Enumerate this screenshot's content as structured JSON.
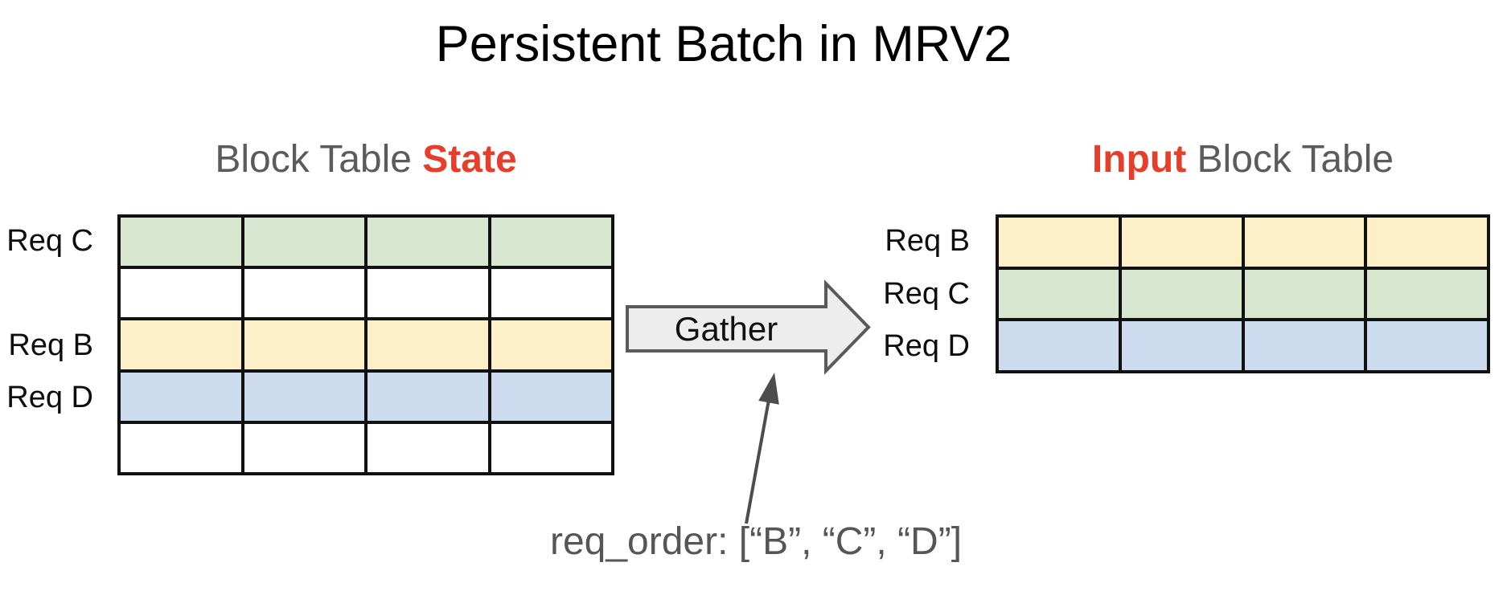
{
  "title": "Persistent Batch in MRV2",
  "colors": {
    "green": "#d9e7d1",
    "yellow": "#fdf0c8",
    "blue": "#ccdcee",
    "white": "#ffffff"
  },
  "accent_red": "#e53e2a",
  "heading_gray": "#5b5b5b",
  "left_table": {
    "heading_prefix": "Block Table ",
    "heading_highlight": "State",
    "columns": 4,
    "rows": [
      {
        "label": "Req C",
        "color_key": "green"
      },
      {
        "label": "",
        "color_key": "white"
      },
      {
        "label": "Req B",
        "color_key": "yellow"
      },
      {
        "label": "Req D",
        "color_key": "blue"
      },
      {
        "label": "",
        "color_key": "white"
      }
    ]
  },
  "right_table": {
    "heading_highlight": "Input",
    "heading_suffix": " Block Table",
    "columns": 4,
    "rows": [
      {
        "label": "Req B",
        "color_key": "yellow"
      },
      {
        "label": "Req C",
        "color_key": "green"
      },
      {
        "label": "Req D",
        "color_key": "blue"
      }
    ]
  },
  "gather_arrow": {
    "label": "Gather"
  },
  "annotation": {
    "text": "req_order: [“B”, “C”, “D”]"
  }
}
